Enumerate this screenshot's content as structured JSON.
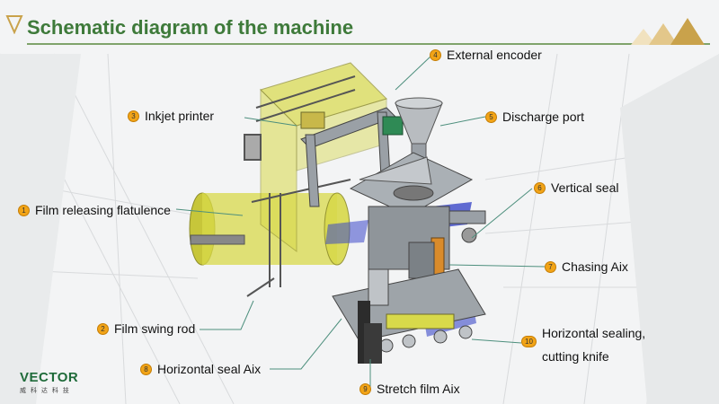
{
  "slide": {
    "title": "Schematic diagram of the machine"
  },
  "labels": [
    {
      "num": "1",
      "text": "Film releasing flatulence"
    },
    {
      "num": "2",
      "text": "Film swing rod"
    },
    {
      "num": "3",
      "text": "Inkjet printer"
    },
    {
      "num": "4",
      "text": "External encoder"
    },
    {
      "num": "5",
      "text": "Discharge port"
    },
    {
      "num": "6",
      "text": "Vertical seal"
    },
    {
      "num": "7",
      "text": "Chasing Aix"
    },
    {
      "num": "8",
      "text": "Horizontal seal Aix"
    },
    {
      "num": "9",
      "text": "Stretch film Aix"
    },
    {
      "num": "10",
      "text_line1": "Horizontal sealing,",
      "text_line2": "cutting knife"
    }
  ],
  "logo": {
    "name": "VECTOR",
    "subtitle": "威 科 达 科 技"
  },
  "colors": {
    "title_green": "#3e7a3a",
    "badge_orange": "#f2a417",
    "film_yellow": "#d8d94a",
    "deco_gold": "#c9a24b"
  }
}
